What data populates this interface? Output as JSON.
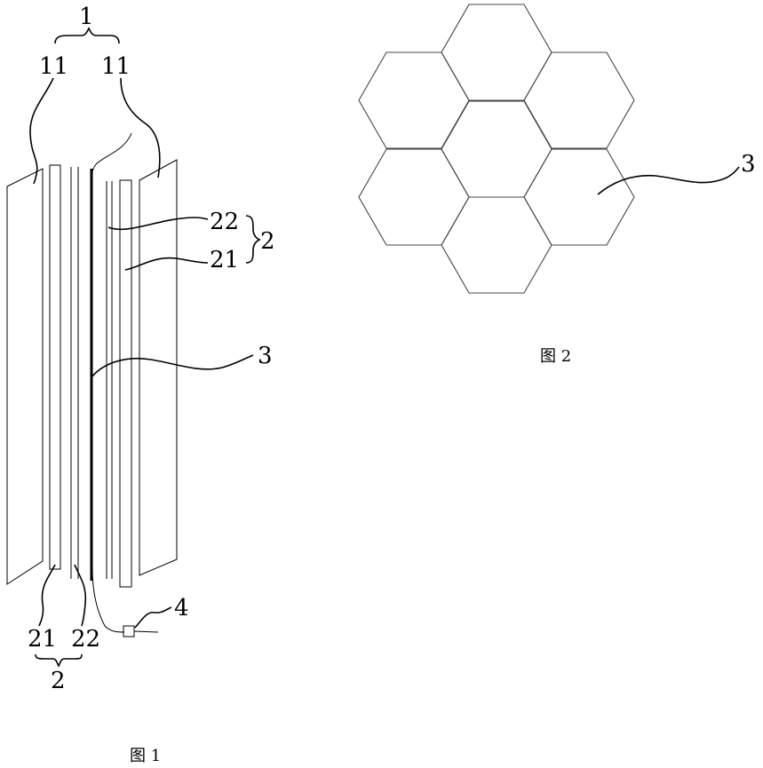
{
  "figure1": {
    "caption": "图 1",
    "labels": {
      "assembly": "1",
      "outer_layer_left": "11",
      "outer_layer_right": "11",
      "layer_22_right": "22",
      "layer_21_right": "21",
      "group_2_right": "2",
      "core_3": "3",
      "layer_21_bottom": "21",
      "layer_22_bottom": "22",
      "group_2_bottom": "2",
      "connector_4": "4"
    }
  },
  "figure2": {
    "caption": "图 2",
    "labels": {
      "core_3": "3"
    }
  }
}
